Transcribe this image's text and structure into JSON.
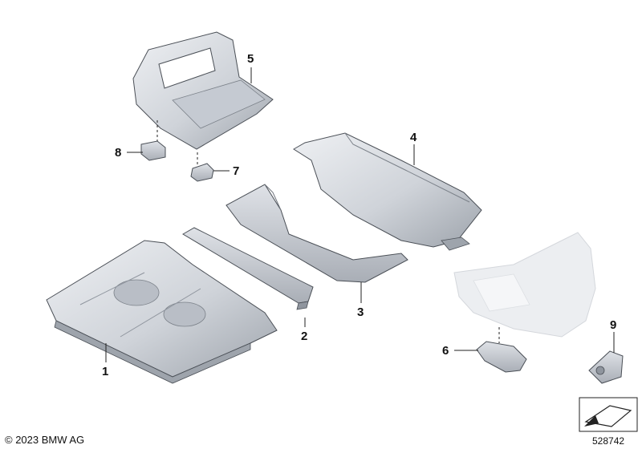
{
  "callouts": [
    {
      "id": "1",
      "part": "floor-panel-front"
    },
    {
      "id": "2",
      "part": "seat-crossmember"
    },
    {
      "id": "3",
      "part": "side-sill-channel"
    },
    {
      "id": "4",
      "part": "rear-floor-pan"
    },
    {
      "id": "5",
      "part": "rear-panel-seat-frame"
    },
    {
      "id": "6",
      "part": "bracket-lower"
    },
    {
      "id": "7",
      "part": "bracket-small"
    },
    {
      "id": "8",
      "part": "mounting-bracket"
    },
    {
      "id": "9",
      "part": "stud-bracket"
    }
  ],
  "footer": {
    "copyright": "© 2023 BMW AG",
    "diagram_number": "528742"
  },
  "colors": {
    "metal_light": "#e6e9ee",
    "metal_mid": "#c5cad2",
    "metal_dark": "#8f959e",
    "outline": "#4a4f56",
    "ghost": "#eceef1",
    "leader": "#222222"
  },
  "icons": {
    "view-arrow": "view-direction-icon"
  }
}
